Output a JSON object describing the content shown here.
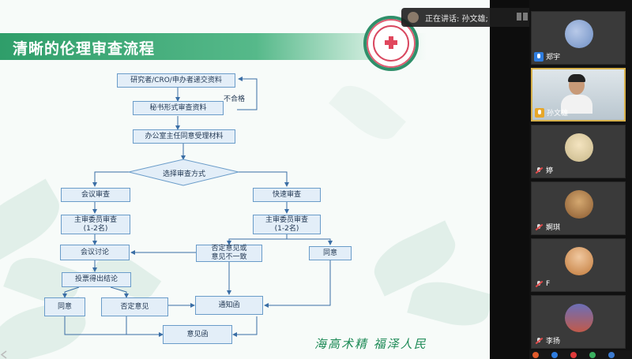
{
  "slide": {
    "title": "清晰的伦理审查流程",
    "calligraphy": "海高术精  福泽人民",
    "flow": {
      "submit": "研究者/CRO/申办者递交资料",
      "secretary": "秘书形式审查资料",
      "unqualified": "不合格",
      "director": "办公室主任同意受理材料",
      "choose": "选择审查方式",
      "meeting_review": "会议审查",
      "fast_review": "快速审查",
      "main_reviewer_left": "主审委员审查\n(1-2名)",
      "main_reviewer_right": "主审委员审查\n(1-2名)",
      "meeting_discuss": "会议讨论",
      "vote": "投票得出结论",
      "disagree_or_inconsistent": "否定意见或\n意见不一致",
      "agree_right": "同意",
      "agree_left": "同意",
      "negative": "否定意见",
      "notice": "通知函",
      "opinion": "意见函"
    }
  },
  "speaker": {
    "label": "正在讲话: 孙文雄;"
  },
  "participants": [
    {
      "name": "郑宇",
      "mic": "blue"
    },
    {
      "name": "孙文雄",
      "mic": "yellow",
      "active": true
    },
    {
      "name": "婷",
      "mic": "muted"
    },
    {
      "name": "婀琪",
      "mic": "muted"
    },
    {
      "name": "F",
      "mic": "muted"
    },
    {
      "name": "李扬",
      "mic": "muted"
    }
  ],
  "colors": {
    "title_band": "#2f9e6a",
    "node_border": "#6a9cc9",
    "node_fill": "#e3eef8",
    "active_border": "#d6b04a",
    "mic_blue": "#2e7de0",
    "mic_yellow": "#e7a72a"
  }
}
